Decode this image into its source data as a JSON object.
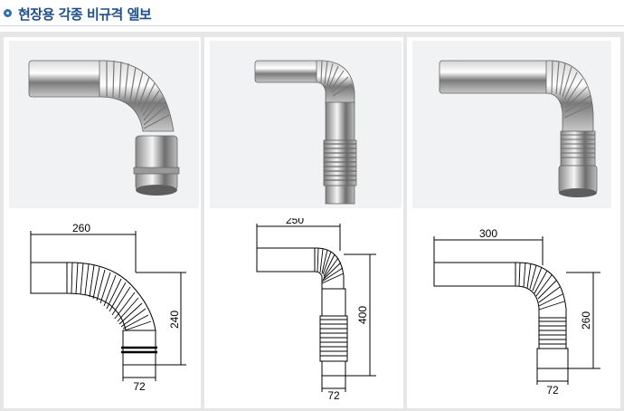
{
  "header": {
    "title": "현장용 각종 비규격 엘보",
    "icon": "circle-bullet-icon"
  },
  "colors": {
    "accent": "#2f6fb2",
    "title": "#1f4f8a",
    "frame": "#e6e6e6"
  },
  "products": [
    {
      "width_label": "260",
      "height_label": "240",
      "diameter_label": "72"
    },
    {
      "width_label": "250",
      "height_label": "400",
      "diameter_label": "72"
    },
    {
      "width_label": "300",
      "height_label": "260",
      "diameter_label": "72"
    }
  ]
}
